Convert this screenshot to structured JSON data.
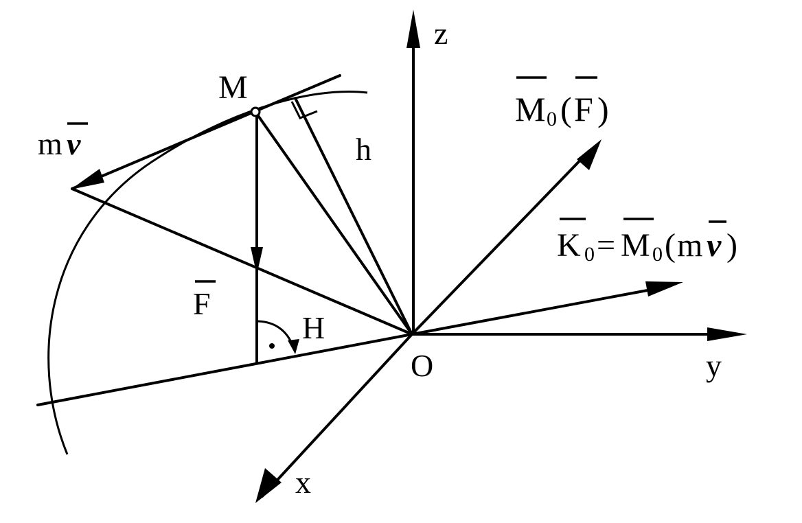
{
  "labels": {
    "z": "z",
    "y": "y",
    "x": "x",
    "O": "O",
    "M": "M",
    "H": "H",
    "h": "h",
    "F": "F",
    "mv_m": "m",
    "mv_v": "v",
    "m0f": {
      "M": "M",
      "sub": "0",
      "open": "(",
      "F": "F",
      "close": ")"
    },
    "k0": {
      "K": "K",
      "sub1": "0",
      "eq": "=",
      "M": "M",
      "sub2": "0",
      "open": "(",
      "m": "m",
      "v": "v",
      "close": ")"
    }
  }
}
